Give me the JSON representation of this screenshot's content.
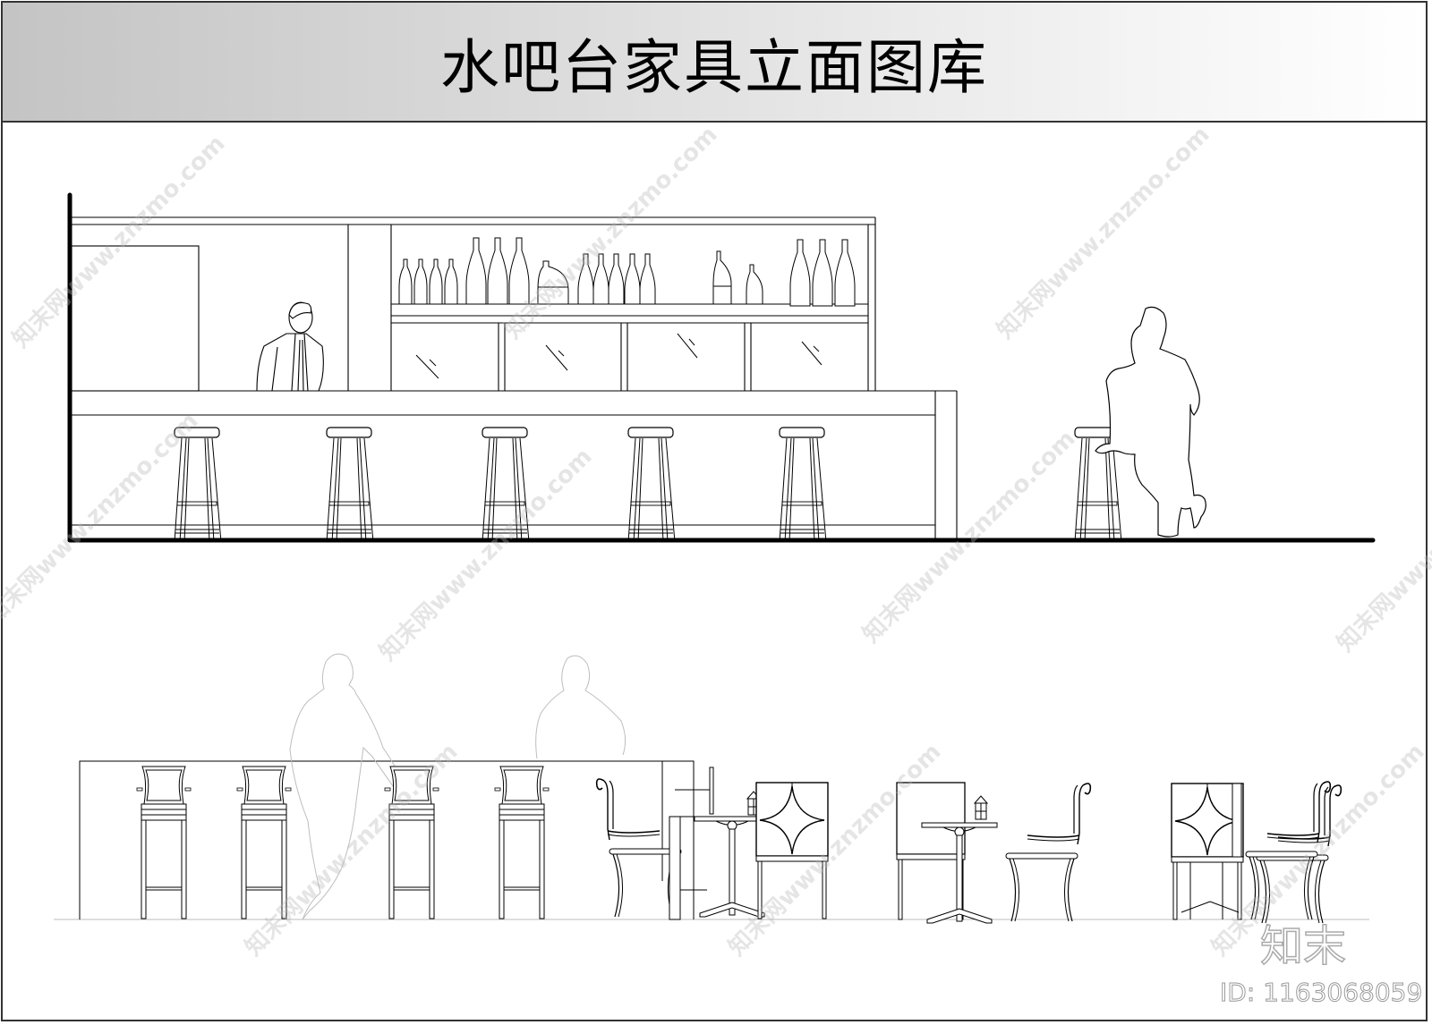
{
  "header": {
    "title": "水吧台家具立面图库"
  },
  "drawings": [
    {
      "name": "bar-counter-elevation",
      "elements": [
        "back-bar-cabinet",
        "wine-bottle-shelf",
        "glass-cabinet-doors",
        "bartender-figure",
        "bar-counter",
        "bar-stool",
        "standing-customer-silhouette"
      ],
      "stool_count": 6,
      "glass_door_count": 4,
      "bottle_count": 19
    },
    {
      "name": "bar-furniture-elevation",
      "elements": [
        "bar-counter",
        "high-back-bar-chair",
        "customer-silhouette",
        "wrought-iron-chair",
        "bistro-table",
        "diamond-back-chair",
        "table-lamp"
      ],
      "bar_chair_count": 4
    }
  ],
  "watermark": {
    "text": "知末网www.znzmo.com",
    "logo": "知末",
    "id_label": "ID: 1163068059"
  },
  "colors": {
    "line": "#000000",
    "silhouette_faint": "#bdbdbd",
    "header_gradient_start": "#c4c4c4",
    "header_gradient_end": "#ffffff"
  }
}
